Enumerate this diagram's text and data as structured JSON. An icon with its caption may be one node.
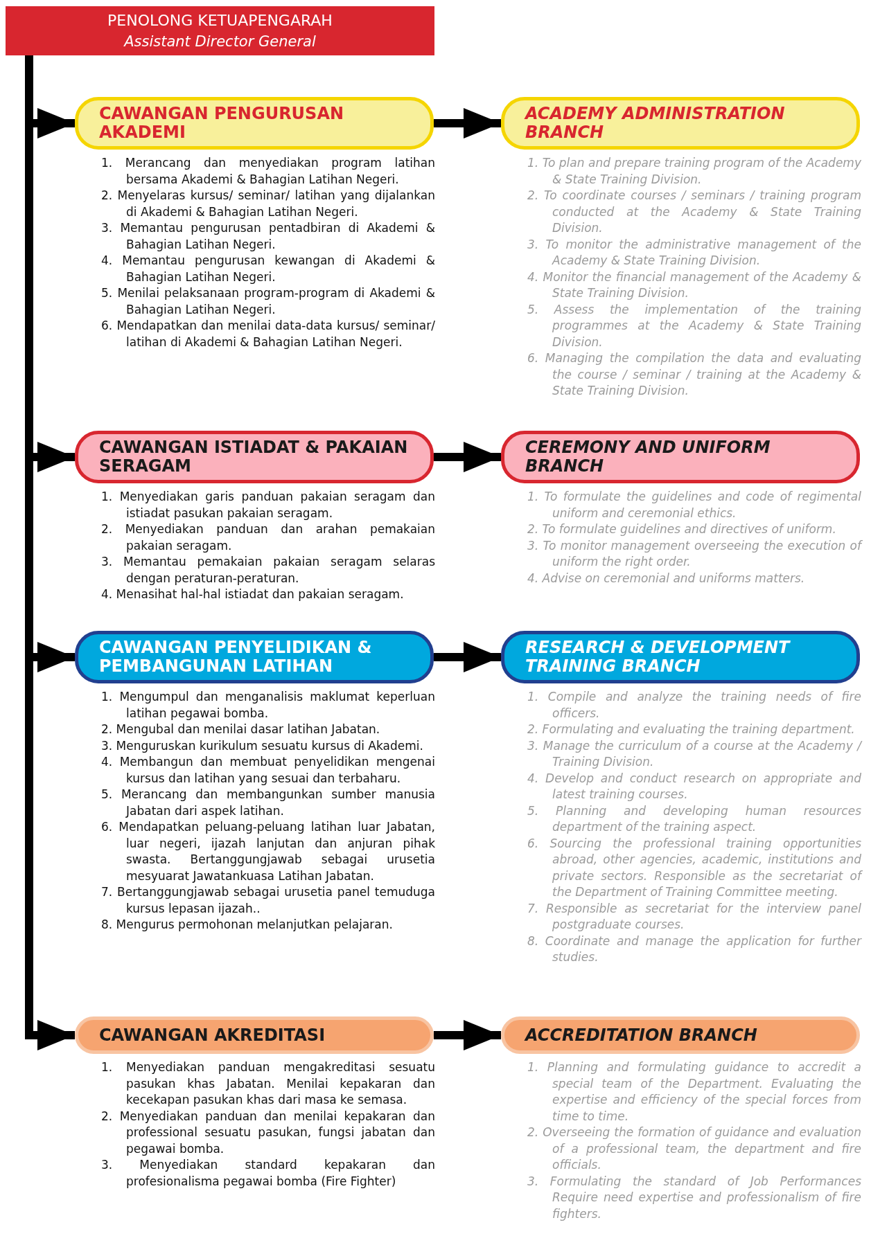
{
  "diagram": {
    "nodes": [
      {
        "text": [
          "PENOLONG KETUAPENGARAH",
          "Assistant Director General"
        ]
      },
      {
        "text": [
          "CAWANGAN PENGURUSAN AKADEMI"
        ],
        "beside": [
          "1. Merancang dan menyediakan program latihan bersama Akademi & Bahagian Latihan Negeri.",
          "2. Menyelaras kursus/ seminar/ latihan yang dijalankan di Akademi & Bahagian Latihan Negeri.",
          "3. Memantau pengurusan pentadbiran di Akademi & Bahagian Latihan Negeri.",
          "4. Memantau pengurusan kewangan di Akademi & Bahagian Latihan Negeri.",
          "5. Menilai pelaksanaan program-program di Akademi & Bahagian Latihan Negeri.",
          "6. Mendapatkan dan menilai data-data kursus/ seminar/ latihan di Akademi & Bahagian Latihan Negeri."
        ]
      },
      {
        "text": [
          "ACADEMY ADMINISTRATION BRANCH"
        ],
        "beside": [
          "1. To plan and prepare training program of the Academy & State Training Division.",
          "2. To coordinate courses / seminars / training program conducted at the Academy & State Training Division.",
          "3. To monitor the administrative management of the Academy & State Training Division.",
          "4. Monitor the financial management of the Academy & State Training Division.",
          "5. Assess the implementation of the training programmes at the Academy & State Training Division.",
          "6. Managing the compilation the data and evaluating the course / seminar / training at the Academy & State Training Division."
        ]
      },
      {
        "text": [
          "CAWANGAN ISTIADAT & PAKAIAN SERAGAM"
        ],
        "beside": [
          "1. Menyediakan garis panduan pakaian seragam dan istiadat pasukan pakaian seragam.",
          "2. Menyediakan panduan dan arahan pemakaian pakaian seragam.",
          "3. Memantau pemakaian pakaian seragam selaras dengan peraturan-peraturan.",
          "4. Menasihat hal-hal istiadat dan pakaian seragam."
        ]
      },
      {
        "text": [
          "CEREMONY AND UNIFORM BRANCH"
        ],
        "beside": [
          "1. To formulate the guidelines and code of regimental uniform and ceremonial ethics.",
          "2. To formulate guidelines and directives of uniform.",
          "3. To monitor management overseeing the execution of uniform the right order.",
          "4. Advise on ceremonial and uniforms matters."
        ]
      },
      {
        "text": [
          "CAWANGAN PENYELIDIKAN & PEMBANGUNAN LATIHAN"
        ],
        "beside": [
          "1. Mengumpul dan menganalisis maklumat keperluan latihan pegawai bomba.",
          "2. Mengubal dan menilai dasar latihan Jabatan.",
          "3. Menguruskan kurikulum sesuatu kursus di Akademi.",
          "4. Membangun dan membuat penyelidikan mengenai kursus dan latihan yang sesuai dan terbaharu.",
          "5. Merancang dan membangunkan sumber manusia Jabatan dari aspek latihan.",
          "6. Mendapatkan peluang-peluang latihan luar Jabatan, luar negeri, ijazah lanjutan dan anjuran pihak swasta. Bertanggungjawab sebagai urusetia mesyuarat Jawatankuasa Latihan Jabatan.",
          "7. Bertanggungjawab sebagai urusetia panel temuduga kursus lepasan ijazah..",
          "8. Mengurus permohonan melanjutkan pelajaran."
        ]
      },
      {
        "text": [
          "RESEARCH & DEVELOPMENT TRAINING BRANCH"
        ],
        "beside": [
          "1. Compile and analyze the training needs of fire officers.",
          "2. Formulating and evaluating the training department.",
          "3. Manage the curriculum of a course at the Academy / Training Division.",
          "4. Develop and conduct research on appropriate and latest training courses.",
          "5. Planning and developing human resources department of the training aspect.",
          "6. Sourcing the professional training opportunities abroad, other agencies, academic, institutions and private sectors. Responsible as the secretariat of the Department of Training Committee meeting.",
          "7. Responsible as secretariat for the interview panel postgraduate courses.",
          "8. Coordinate and manage the application for further studies."
        ]
      },
      {
        "text": [
          "CAWANGAN AKREDITASI"
        ],
        "beside": [
          "1. Menyediakan panduan mengakreditasi sesuatu pasukan khas Jabatan. Menilai kepakaran dan kecekapan pasukan khas dari masa ke semasa.",
          "2. Menyediakan panduan dan menilai kepakaran dan professional sesuatu pasukan, fungsi jabatan dan pegawai bomba.",
          "3. Menyediakan standard kepakaran dan profesionalisma pegawai bomba (Fire Fighter)"
        ]
      },
      {
        "text": [
          "ACCREDITATION BRANCH"
        ],
        "beside": [
          "1. Planning and formulating guidance to accredit a special team of the Department. Evaluating the expertise and efficiency of the special forces from time to time.",
          "2. Overseeing the formation of guidance and evaluation of a professional team, the department and fire officials.",
          "3. Formulating the standard of Job Performances Require need expertise and professionalism of fire fighters."
        ]
      }
    ],
    "edges": [
      {
        "from": 0,
        "to": 1,
        "arrow": "to"
      },
      {
        "from": 1,
        "to": 2,
        "arrow": "to"
      },
      {
        "from": 0,
        "to": 3,
        "arrow": "to"
      },
      {
        "from": 3,
        "to": 4,
        "arrow": "to"
      },
      {
        "from": 0,
        "to": 5,
        "arrow": "to"
      },
      {
        "from": 5,
        "to": 6,
        "arrow": "to"
      },
      {
        "from": 0,
        "to": 7,
        "arrow": "to"
      },
      {
        "from": 7,
        "to": 8,
        "arrow": "to"
      }
    ]
  }
}
